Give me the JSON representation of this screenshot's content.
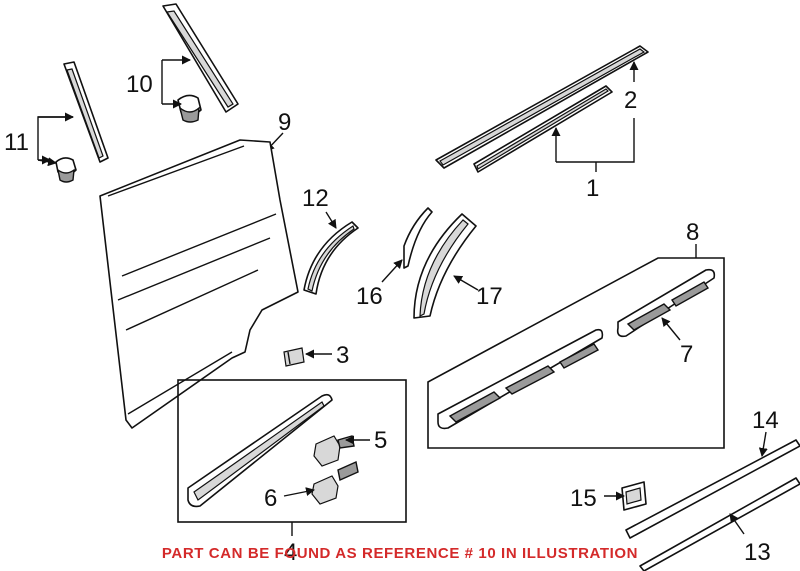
{
  "callouts": {
    "c1": "1",
    "c2": "2",
    "c3": "3",
    "c4": "4",
    "c5": "5",
    "c6": "6",
    "c7": "7",
    "c8": "8",
    "c9": "9",
    "c10": "10",
    "c11": "11",
    "c12": "12",
    "c13": "13",
    "c14": "14",
    "c15": "15",
    "c16": "16",
    "c17": "17"
  },
  "footer_note": "PART CAN BE FOUND AS REFERENCE # 10 IN ILLUSTRATION",
  "colors": {
    "note": "#d42a2a",
    "line": "#111111",
    "background": "#ffffff"
  }
}
